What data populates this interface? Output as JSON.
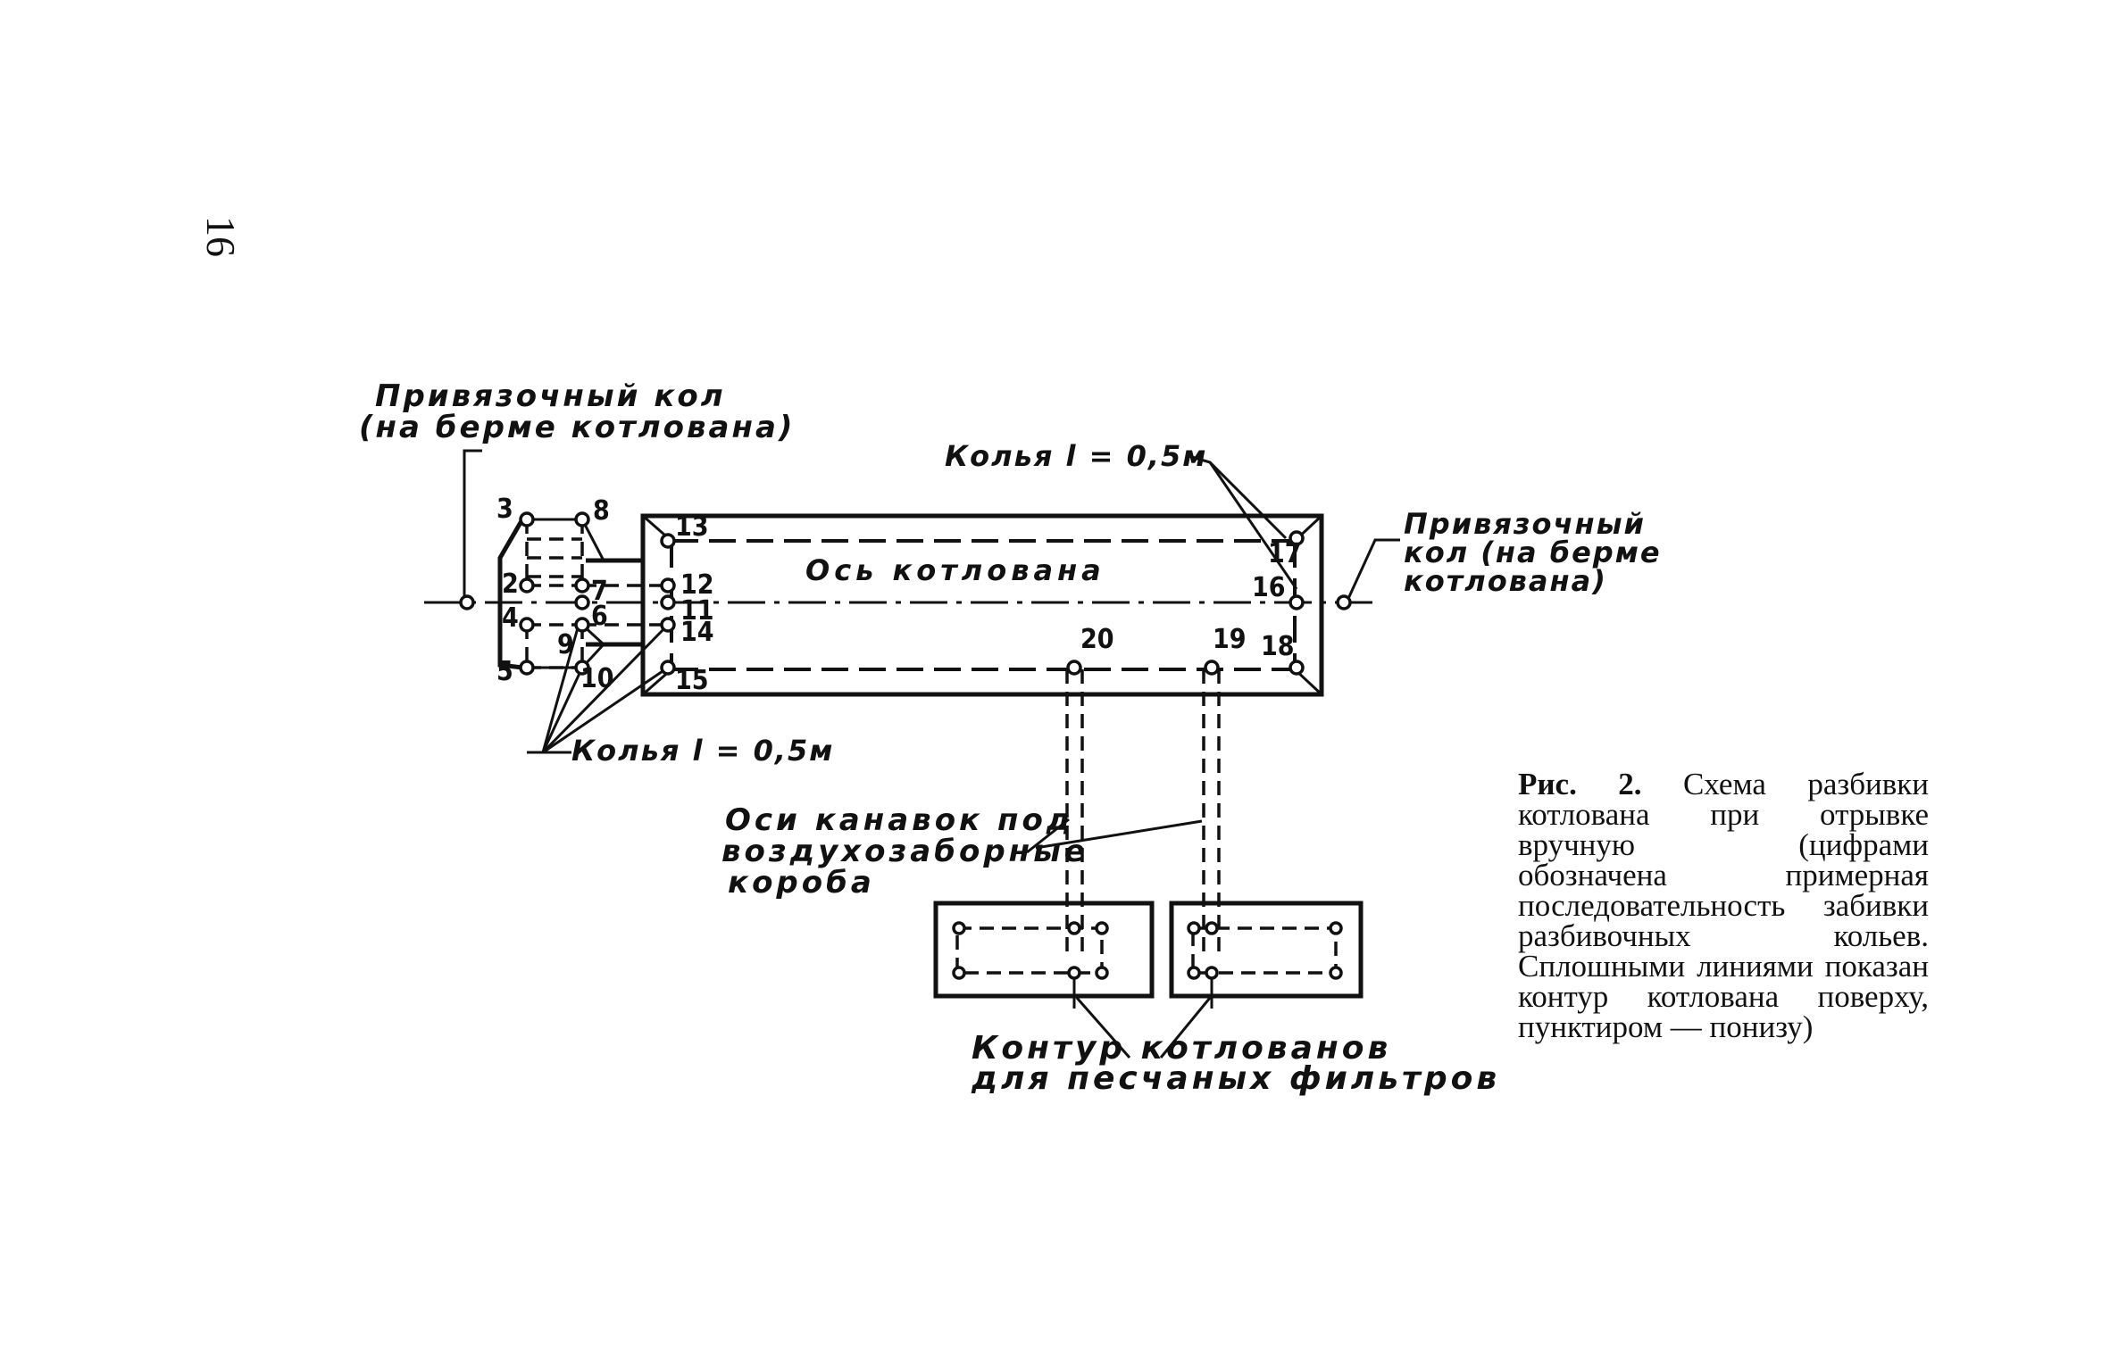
{
  "page_number": "16",
  "labels": {
    "ref_stake_left_1": "Привязочный кол",
    "ref_stake_left_2": "(на берме котлована)",
    "ref_stake_right_1": "Привязочный",
    "ref_stake_right_2": "кол (на берме",
    "ref_stake_right_3": "котлована)",
    "stakes_top": "Колья l = 0,5м",
    "stakes_bottom": "Колья l = 0,5м",
    "pit_axis": "Ось котлована",
    "ditch_axes_1": "Оси канавок под",
    "ditch_axes_2": "воздухозаборные",
    "ditch_axes_3": "короба",
    "filter_pits_1": "Контур котлованов",
    "filter_pits_2": "для песчаных фильтров"
  },
  "stake_numbers": {
    "n2": "2",
    "n3": "3",
    "n4": "4",
    "n5": "5",
    "n6": "6",
    "n7": "7",
    "n8": "8",
    "n9": "9",
    "n10": "10",
    "n11": "11",
    "n12": "12",
    "n13": "13",
    "n14": "14",
    "n15": "15",
    "n16": "16",
    "n17": "17",
    "n18": "18",
    "n19": "19",
    "n20": "20"
  },
  "caption": {
    "lead": "Рис. 2.",
    "text": "Схема разбивки котлована при отрывке вручную (цифрами обозначена примерная последовательность забивки разбивочных кольев. Сплошными линиями показан контур котлована поверху, пунктиром — понизу)"
  }
}
